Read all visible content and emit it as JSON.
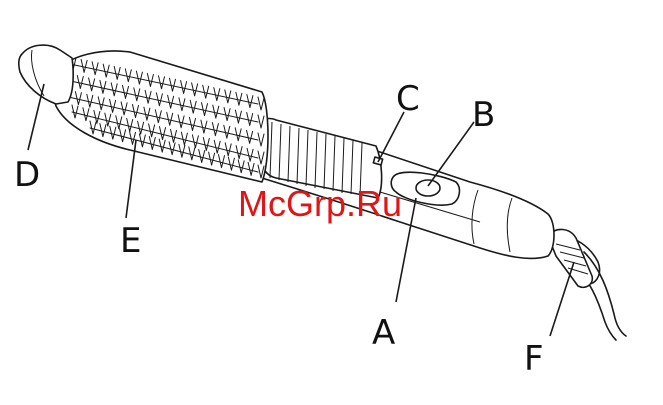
{
  "watermark": "McGrp.Ru",
  "labels": {
    "A": "A",
    "B": "B",
    "C": "C",
    "D": "D",
    "E": "E",
    "F": "F"
  },
  "colors": {
    "ink": "#1a1a1a",
    "watermark": "#e01515",
    "background": "#ffffff"
  }
}
